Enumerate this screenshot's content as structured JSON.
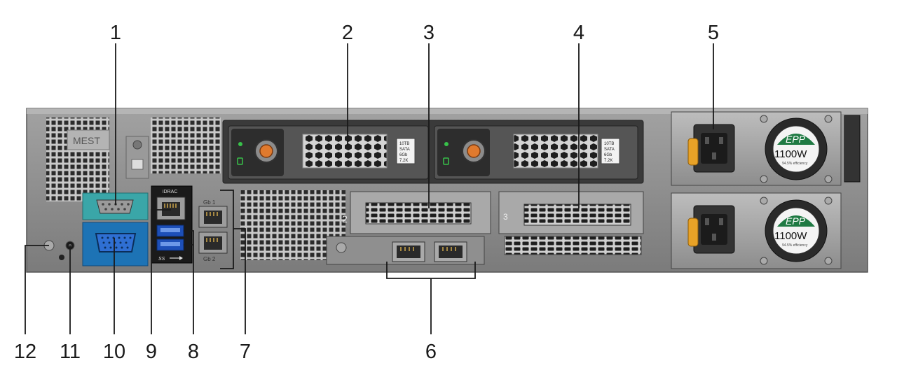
{
  "callouts": {
    "c1": "1",
    "c2": "2",
    "c3": "3",
    "c4": "4",
    "c5": "5",
    "c6": "6",
    "c7": "7",
    "c8": "8",
    "c9": "9",
    "c10": "10",
    "c11": "11",
    "c12": "12"
  },
  "chassis_labels": {
    "service_tag": "MEST",
    "idrac": "iDRAC",
    "gb1": "Gb 1",
    "gb2": "Gb 2",
    "usb_ss": "SS",
    "slot2": "2",
    "slot3": "3"
  },
  "drives": [
    {
      "line1": "10TB",
      "line2": "SATA",
      "line3": "6Gb",
      "line4": "7.2K"
    },
    {
      "line1": "10TB",
      "line2": "SATA",
      "line3": "6Gb",
      "line4": "7.2K"
    }
  ],
  "psus": [
    {
      "badge": "EPP",
      "wattage": "1100W",
      "efficiency": "94.5% efficiency"
    },
    {
      "badge": "EPP",
      "wattage": "1100W",
      "efficiency": "94.5% efficiency"
    }
  ],
  "colors": {
    "serial_port_bg": "#3aa6a8",
    "vga_port_bg": "#1d73b5",
    "chassis_body": "#8a8a8a",
    "psu_badge": "#1f7a43",
    "drive_handle_accent": "#e07a2e"
  }
}
